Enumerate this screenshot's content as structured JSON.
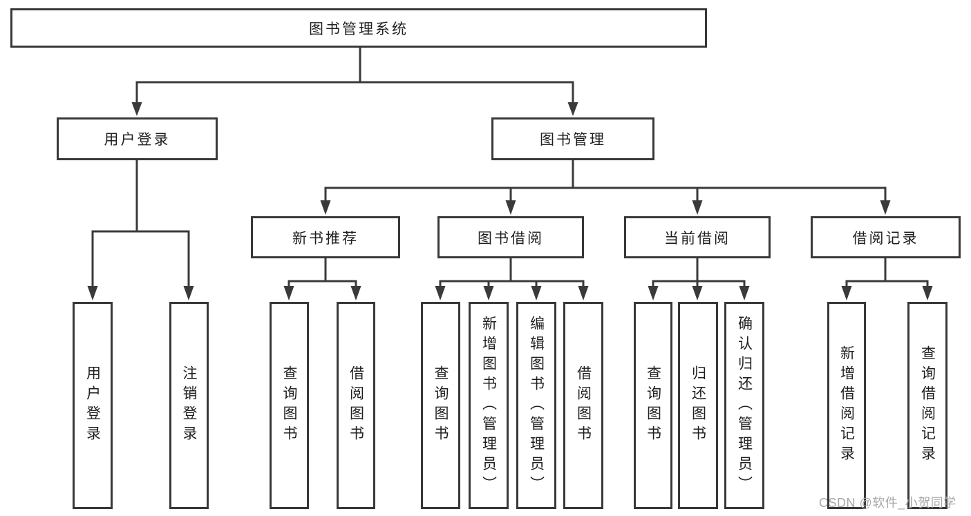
{
  "diagram": {
    "title": "图书管理系统",
    "root": "图书管理系统",
    "level2": [
      "用户登录",
      "图书管理"
    ],
    "level3": [
      "新书推荐",
      "图书借阅",
      "当前借阅",
      "借阅记录"
    ],
    "leaves": [
      "用户登录",
      "注销登录",
      "查询图书",
      "借阅图书",
      "查询图书",
      "新增图书（管理员）",
      "编辑图书（管理员）",
      "借阅图书",
      "查询图书",
      "归还图书",
      "确认归还（管理员）",
      "新增借阅记录",
      "查询借阅记录"
    ],
    "hierarchy": {
      "图书管理系统": {
        "用户登录": [
          "用户登录",
          "注销登录"
        ],
        "图书管理": {
          "新书推荐": [
            "查询图书",
            "借阅图书"
          ],
          "图书借阅": [
            "查询图书",
            "新增图书（管理员）",
            "编辑图书（管理员）",
            "借阅图书"
          ],
          "当前借阅": [
            "查询图书",
            "归还图书",
            "确认归还（管理员）"
          ],
          "借阅记录": [
            "新增借阅记录",
            "查询借阅记录"
          ]
        }
      }
    }
  },
  "watermark": "CSDN @软件_小贺同学",
  "colors": {
    "box_border": "#383838",
    "connector_line": "#3a3a3a",
    "text": "#1f1f1f",
    "watermark_text": "#a8a8a8",
    "background": "#ffffff"
  }
}
